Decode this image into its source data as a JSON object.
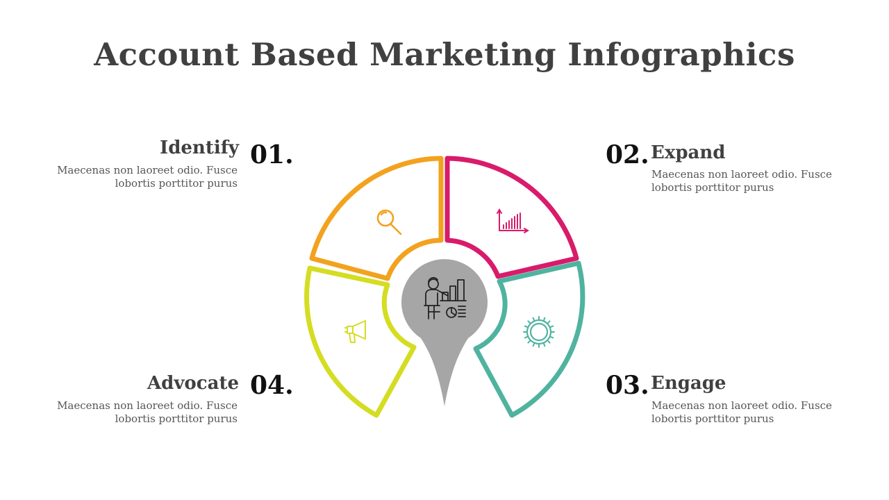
{
  "title": "Account Based Marketing Infographics",
  "steps": [
    {
      "number": "01.",
      "heading": "Identify",
      "text_line1": "Maecenas non laoreet odio. Fusce",
      "text_line2": "lobortis porttitor purus",
      "color": "#F2A21E",
      "icon": "magnifier-icon"
    },
    {
      "number": "02.",
      "heading": "Expand",
      "text_line1": "Maecenas non laoreet odio. Fusce",
      "text_line2": "lobortis porttitor purus",
      "color": "#D81B6B",
      "icon": "bar-chart-icon"
    },
    {
      "number": "03.",
      "heading": "Engage",
      "text_line1": "Maecenas non laoreet odio. Fusce",
      "text_line2": "lobortis porttitor purus",
      "color": "#4FB3A0",
      "icon": "gear-icon"
    },
    {
      "number": "04.",
      "heading": "Advocate",
      "text_line1": "Maecenas non laoreet odio. Fusce",
      "text_line2": "lobortis porttitor purus",
      "color": "#D4DD22",
      "icon": "megaphone-icon"
    }
  ],
  "center": {
    "color": "#A6A6A6",
    "icon": "presenter-icon"
  }
}
